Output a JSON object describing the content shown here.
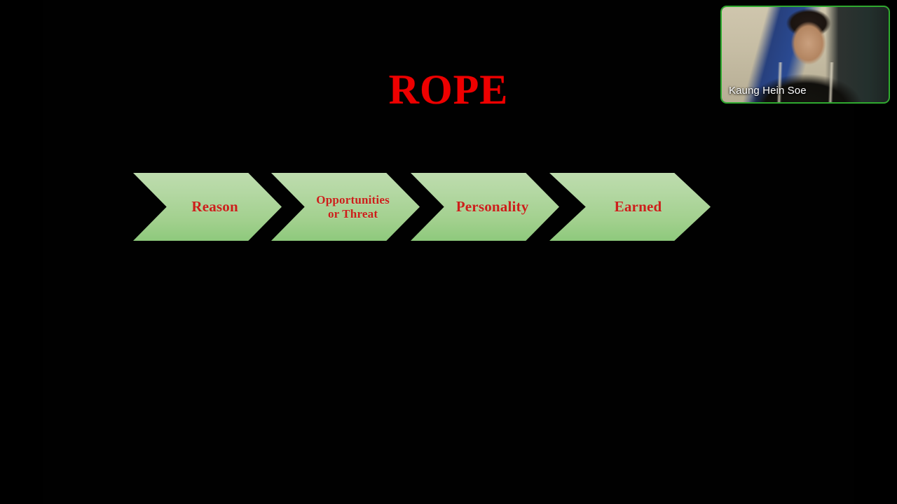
{
  "slide": {
    "background_color": "#000000",
    "title": "ROPE",
    "title_color": "#ee0000",
    "chevron_fill_top": "#bedcae",
    "chevron_fill_bottom": "#8ec97c",
    "chevron_text_color": "#cc1f1a",
    "steps": [
      {
        "label": "Reason",
        "size": "lg"
      },
      {
        "label": "Opportunities\nor Threat",
        "size": "sm"
      },
      {
        "label": "Personality",
        "size": "lg"
      },
      {
        "label": "Earned",
        "size": "lg"
      }
    ]
  },
  "video_tile": {
    "participant_name": "Kaung Hein Soe",
    "active_speaker_border_color": "#2faa2f",
    "name_color": "#ffffff"
  }
}
